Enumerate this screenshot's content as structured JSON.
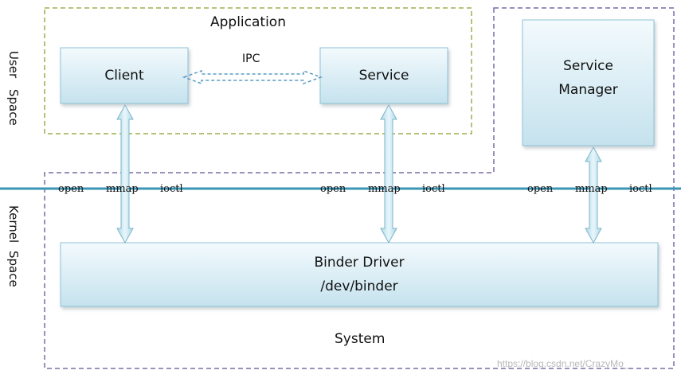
{
  "regions": {
    "application": "Application",
    "system": "System"
  },
  "spaces": {
    "user": [
      "User",
      "Space"
    ],
    "kernel": [
      "Kernel",
      "Space"
    ]
  },
  "boxes": {
    "client": "Client",
    "service": "Service",
    "service_manager": [
      "Service",
      "Manager"
    ],
    "binder_driver": [
      "Binder Driver",
      "/dev/binder"
    ]
  },
  "ipc_label": "IPC",
  "syscalls": {
    "client": [
      "open",
      "mmap",
      "ioctl"
    ],
    "service": [
      "open",
      "mmap",
      "ioctl"
    ],
    "service_manager": [
      "open",
      "mmap",
      "ioctl"
    ]
  },
  "watermark": "https://blog.csdn.net/CrazyMo_",
  "colors": {
    "app_border": "#9ab04e",
    "system_border": "#7b6aa6",
    "divider": "#3a96b4",
    "box_top": "#f3fafd",
    "box_bottom": "#c5e2ee",
    "box_border": "#8fc3d6",
    "arrow_fill": "#c9e6f1",
    "arrow_stroke": "#7db4c9"
  }
}
